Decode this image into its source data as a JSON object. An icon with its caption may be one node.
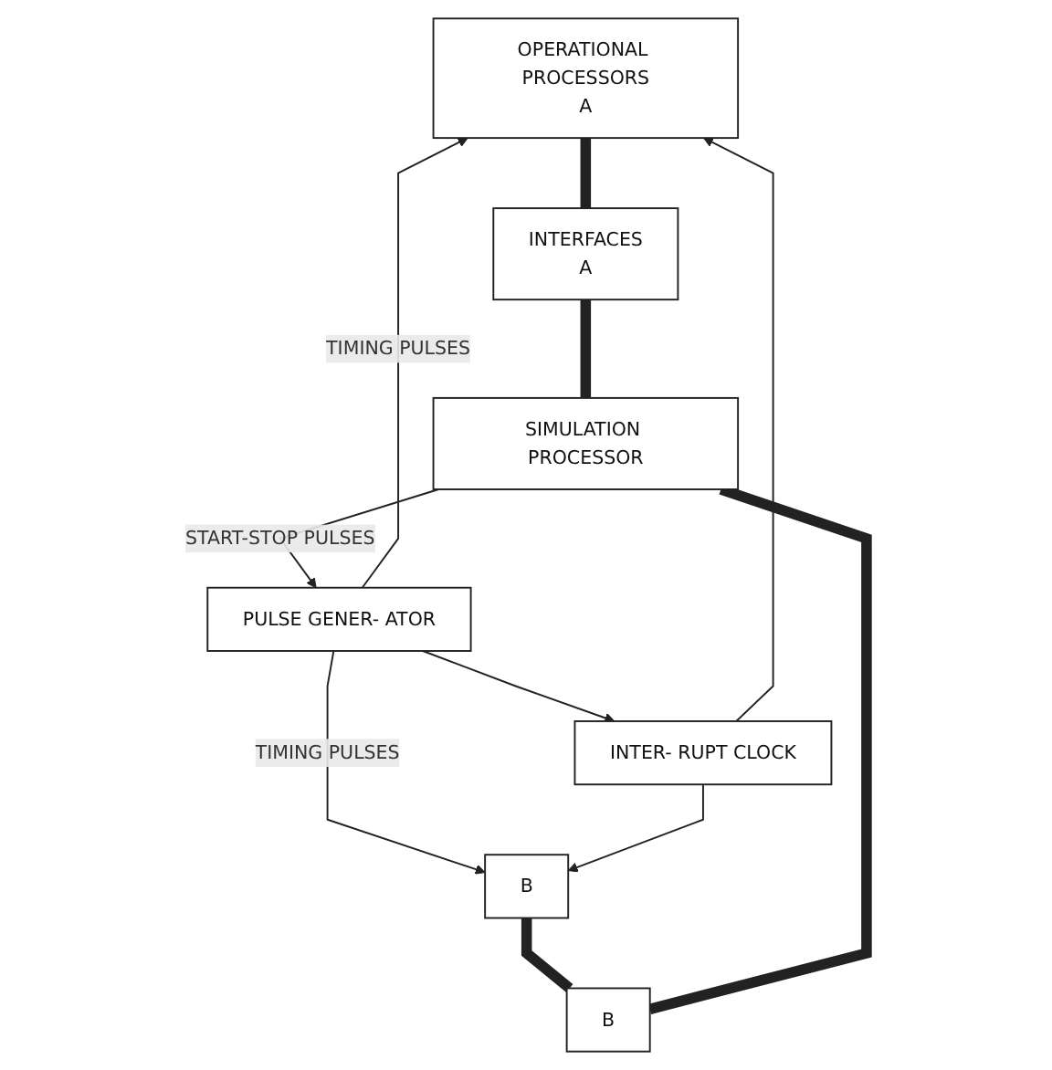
{
  "diagram": {
    "nodes": [
      {
        "text": [
          "OPERATIONAL PROCESSORS",
          "A"
        ]
      },
      {
        "text": [
          "INTERFACES",
          "A"
        ]
      },
      {
        "text": [
          "SIMULATION PROCESSOR"
        ]
      },
      {
        "text": [
          "B"
        ]
      },
      {
        "text": [
          "B"
        ]
      },
      {
        "text": [
          "INTER- RUPT CLOCK"
        ]
      },
      {
        "text": [
          "PULSE GENER- ATOR"
        ]
      }
    ],
    "edges": [
      {
        "from": 0,
        "to": 1,
        "arrow": "none",
        "style": "thick"
      },
      {
        "from": 1,
        "to": 2,
        "arrow": "none",
        "style": "thick"
      },
      {
        "from": 3,
        "to": 4,
        "arrow": "none",
        "style": "thick"
      },
      {
        "from": 4,
        "to": 2,
        "arrow": "none",
        "style": "thick"
      },
      {
        "from": 6,
        "to": 0,
        "arrow": "to",
        "label": "TIMING PULSES"
      },
      {
        "from": 6,
        "to": 3,
        "arrow": "to",
        "label": "TIMING PULSES"
      },
      {
        "from": 2,
        "to": 6,
        "arrow": "to",
        "label": "START-STOP PULSES"
      },
      {
        "from": 6,
        "to": 5,
        "arrow": "to"
      },
      {
        "from": 5,
        "to": 0,
        "arrow": "to"
      },
      {
        "from": 5,
        "to": 3,
        "arrow": "to"
      }
    ]
  }
}
